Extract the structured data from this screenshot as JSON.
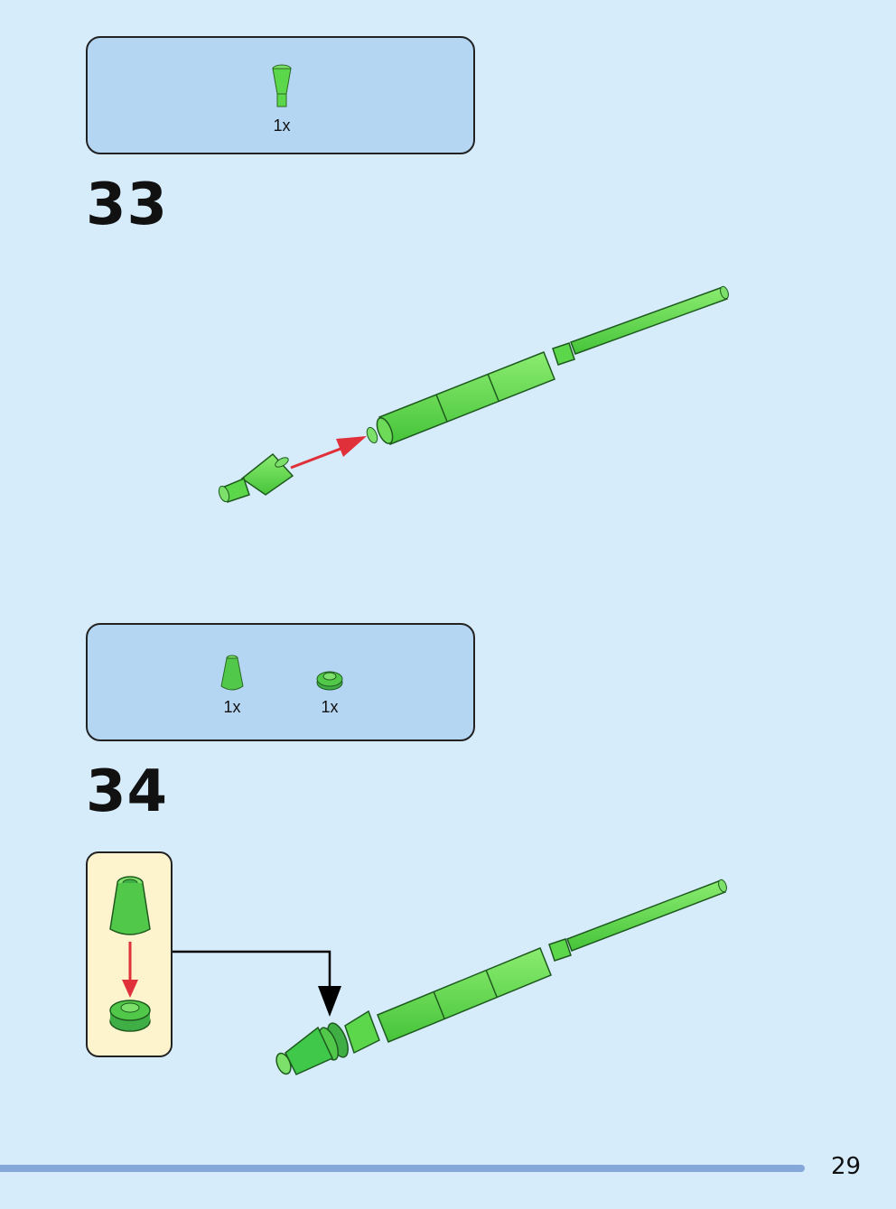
{
  "steps": [
    {
      "number": "33",
      "parts": [
        {
          "qty": "1x",
          "icon": "green-cone-piece-icon"
        }
      ]
    },
    {
      "number": "34",
      "parts": [
        {
          "qty": "1x",
          "icon": "green-cone-icon"
        },
        {
          "qty": "1x",
          "icon": "green-round-plate-icon"
        }
      ]
    }
  ],
  "page_number": "29",
  "colors": {
    "background": "#d6ecfb",
    "parts_box": "#b4d6f3",
    "callout": "#fdf4cd",
    "brick_green": "#5cd64a",
    "arrow_red": "#e0303a",
    "footer_bar": "#86a7d9"
  }
}
